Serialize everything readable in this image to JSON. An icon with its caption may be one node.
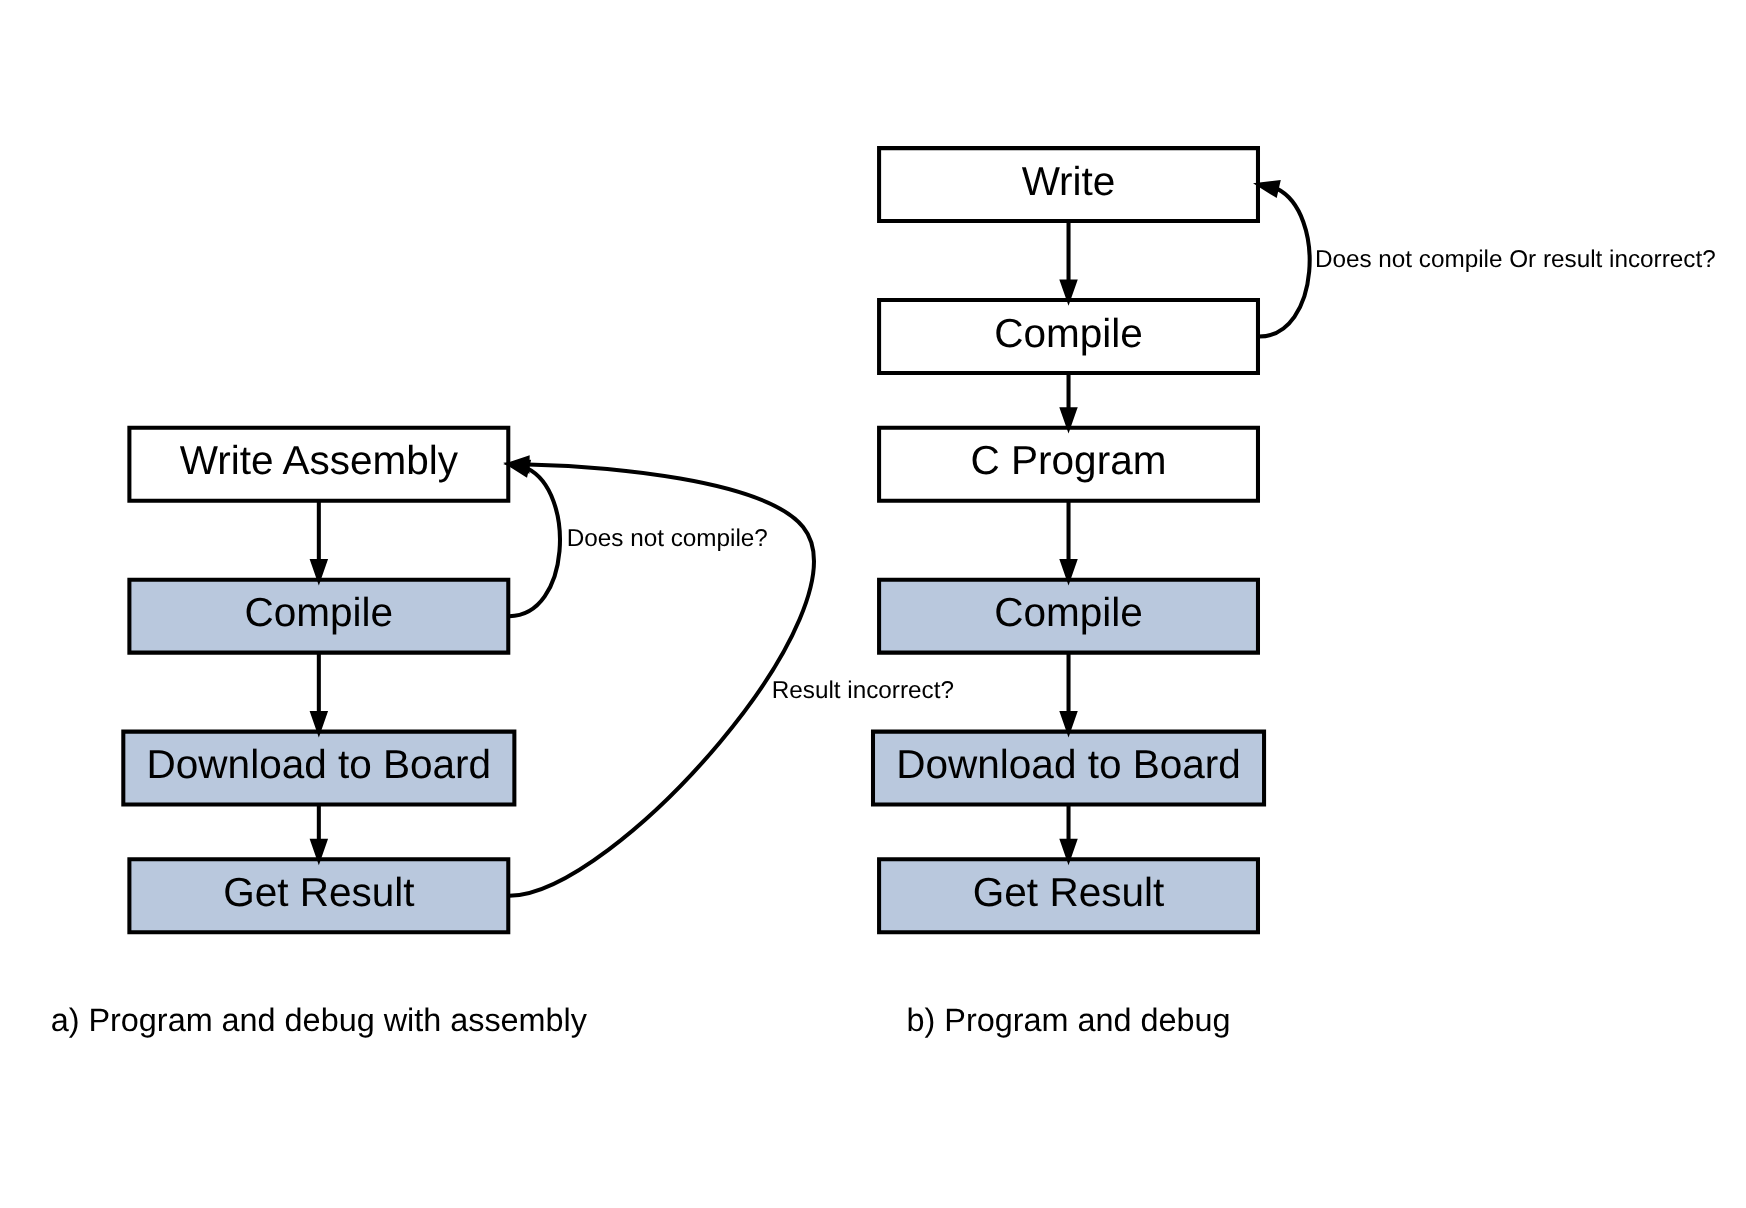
{
  "diagram": {
    "nodes": [
      {
        "text": [
          "Write Assembly"
        ]
      },
      {
        "text": [
          "Compile"
        ]
      },
      {
        "text": [
          "Download to Board"
        ]
      },
      {
        "text": [
          "Get Result"
        ]
      },
      {
        "text": [
          "Write"
        ]
      },
      {
        "text": [
          "Compile"
        ]
      },
      {
        "text": [
          "C Program"
        ]
      },
      {
        "text": [
          "Compile"
        ]
      },
      {
        "text": [
          "Download to Board"
        ]
      },
      {
        "text": [
          "Get Result"
        ]
      }
    ],
    "edges": [
      {
        "from": 0,
        "to": 1,
        "arrow": "to"
      },
      {
        "from": 1,
        "to": 2,
        "arrow": "to"
      },
      {
        "from": 1,
        "to": 0,
        "arrow": "to",
        "label": "Does not compile?"
      },
      {
        "from": 2,
        "to": 3,
        "arrow": "to"
      },
      {
        "from": 3,
        "to": 0,
        "arrow": "to",
        "label": "Result incorrect?"
      },
      {
        "from": 4,
        "to": 5,
        "arrow": "to"
      },
      {
        "from": 5,
        "to": 6,
        "arrow": "to"
      },
      {
        "from": 5,
        "to": 4,
        "arrow": "to",
        "label": "Does not compile Or result incorrect?"
      },
      {
        "from": 6,
        "to": 7,
        "arrow": "to"
      },
      {
        "from": 7,
        "to": 8,
        "arrow": "to"
      },
      {
        "from": 8,
        "to": 9,
        "arrow": "to"
      }
    ],
    "labels": [
      "a) Program and debug with assembly",
      "b) Program and debug"
    ]
  }
}
